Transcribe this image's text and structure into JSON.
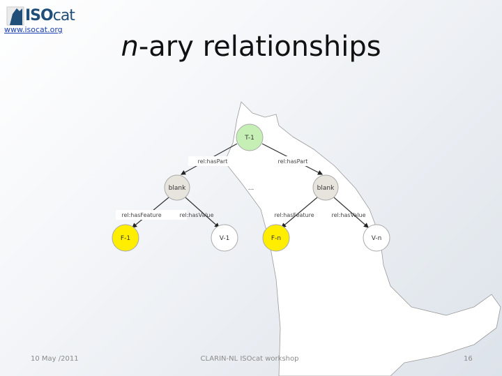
{
  "logo": {
    "brand_bold": "ISO",
    "brand_light": "cat",
    "url": "www.isocat.org"
  },
  "title": {
    "italic": "n",
    "rest": "-ary relationships"
  },
  "diagram": {
    "root": "T-1",
    "blank_left": "blank",
    "blank_right": "blank",
    "ellipsis": "...",
    "f1": "F-1",
    "v1": "V-1",
    "fn": "F-n",
    "vn": "V-n",
    "has_part_left": "rel:hasPart",
    "has_part_right": "rel:hasPart",
    "has_feature_left": "rel:hasFeature",
    "has_value_left": "rel:hasValue",
    "has_feature_right": "rel:hasFeature",
    "has_value_right": "rel:hasValue",
    "colors": {
      "root": "#c6efb6",
      "blank": "#e6e4dc",
      "feature": "#ffee00",
      "value": "#ffffff"
    }
  },
  "footer": {
    "date": "10 May /2011",
    "event": "CLARIN-NL ISOcat workshop",
    "page": "16"
  }
}
